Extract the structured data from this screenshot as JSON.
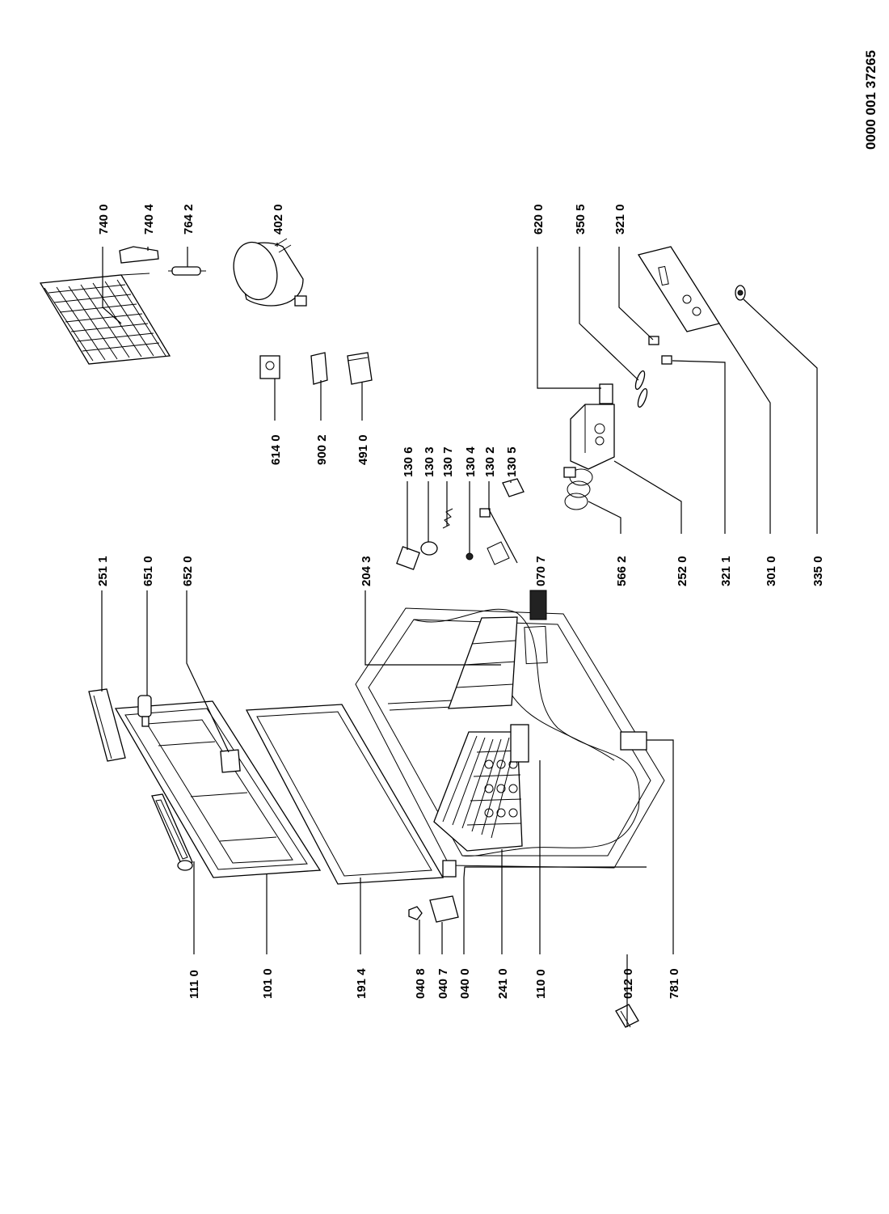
{
  "document_number": "0000 001 37265",
  "parts": [
    {
      "id": "111",
      "code": "111 0"
    },
    {
      "id": "101",
      "code": "101 0"
    },
    {
      "id": "1914",
      "code": "191 4"
    },
    {
      "id": "0408",
      "code": "040 8"
    },
    {
      "id": "0407",
      "code": "040 7"
    },
    {
      "id": "0400",
      "code": "040 0"
    },
    {
      "id": "241",
      "code": "241 0"
    },
    {
      "id": "110",
      "code": "110 0"
    },
    {
      "id": "012",
      "code": "012 0"
    },
    {
      "id": "781",
      "code": "781 0"
    },
    {
      "id": "2511",
      "code": "251 1"
    },
    {
      "id": "651",
      "code": "651 0"
    },
    {
      "id": "652",
      "code": "652 0"
    },
    {
      "id": "2043",
      "code": "204 3"
    },
    {
      "id": "0707",
      "code": "070 7"
    },
    {
      "id": "5662",
      "code": "566 2"
    },
    {
      "id": "252",
      "code": "252 0"
    },
    {
      "id": "3211",
      "code": "321 1"
    },
    {
      "id": "301",
      "code": "301 0"
    },
    {
      "id": "335",
      "code": "335 0"
    },
    {
      "id": "1306",
      "code": "130 6"
    },
    {
      "id": "1303",
      "code": "130 3"
    },
    {
      "id": "1307",
      "code": "130 7"
    },
    {
      "id": "1304",
      "code": "130 4"
    },
    {
      "id": "1302",
      "code": "130 2"
    },
    {
      "id": "1305",
      "code": "130 5"
    },
    {
      "id": "614",
      "code": "614 0"
    },
    {
      "id": "9002",
      "code": "900 2"
    },
    {
      "id": "491",
      "code": "491 0"
    },
    {
      "id": "620",
      "code": "620 0"
    },
    {
      "id": "3505",
      "code": "350 5"
    },
    {
      "id": "321",
      "code": "321 0"
    },
    {
      "id": "740",
      "code": "740 0"
    },
    {
      "id": "7404",
      "code": "740 4"
    },
    {
      "id": "7642",
      "code": "764 2"
    },
    {
      "id": "402",
      "code": "402 0"
    }
  ]
}
